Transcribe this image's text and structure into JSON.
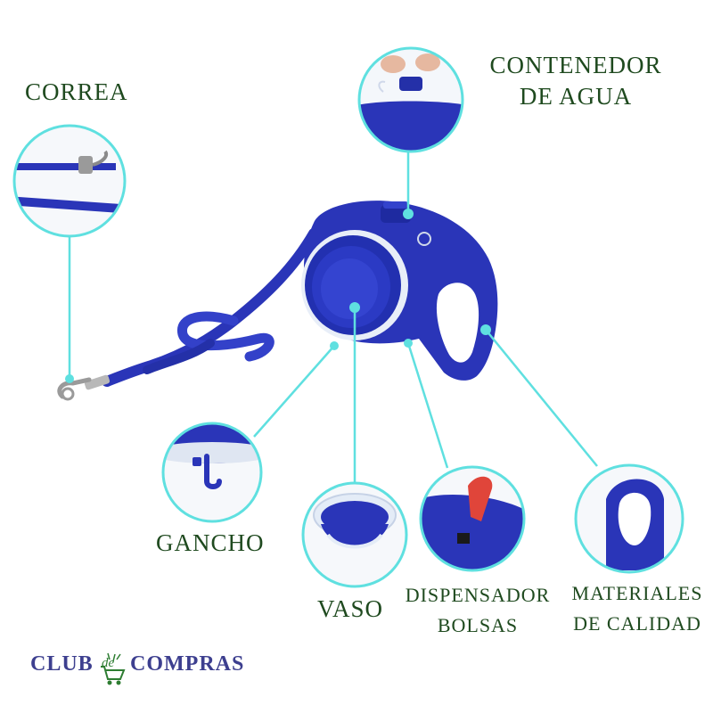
{
  "labels": {
    "correa": "CORREA",
    "contenedor_line1": "CONTENEDOR",
    "contenedor_line2": "DE AGUA",
    "gancho": "GANCHO",
    "vaso": "VASO",
    "dispensador_line1": "DISPENSADOR",
    "dispensador_line2": "BOLSAS",
    "materiales_line1": "MATERIALES",
    "materiales_line2": "DE CALIDAD"
  },
  "logo": {
    "word1": "CLUB",
    "word2": "de",
    "word3": "COMPRAS"
  },
  "colors": {
    "product_blue": "#2a35b8",
    "callout_cyan": "#5fe0e0",
    "label_green": "#1f4a1f",
    "logo_purple": "#3d3f8f",
    "logo_green": "#2e7d32"
  }
}
